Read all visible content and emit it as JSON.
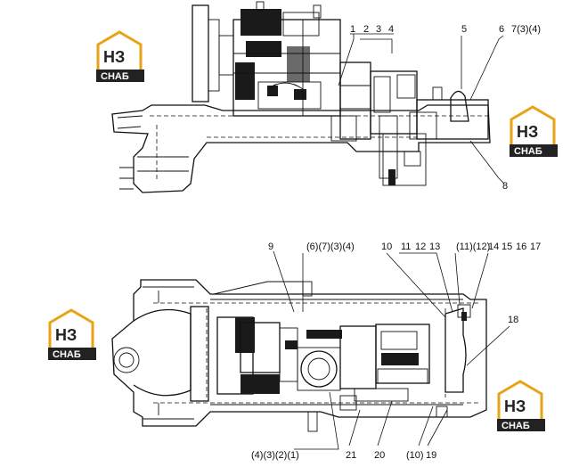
{
  "logo": {
    "big_text": "НЗ",
    "small_text": "СНАБ",
    "color_orange": "#e8a317",
    "color_dark": "#222222"
  },
  "top_view": {
    "labels": [
      "1",
      "2",
      "3",
      "4",
      "5",
      "6",
      "7(3)(4)",
      "8"
    ]
  },
  "bottom_view": {
    "labels_top": [
      "9",
      "(6)(7)(3)(4)",
      "10",
      "11",
      "12",
      "13",
      "(11)(12)",
      "14",
      "15",
      "16",
      "17",
      "18"
    ],
    "labels_bottom": [
      "(4)(3)(2)(1)",
      "21",
      "20",
      "(10)",
      "19"
    ]
  }
}
